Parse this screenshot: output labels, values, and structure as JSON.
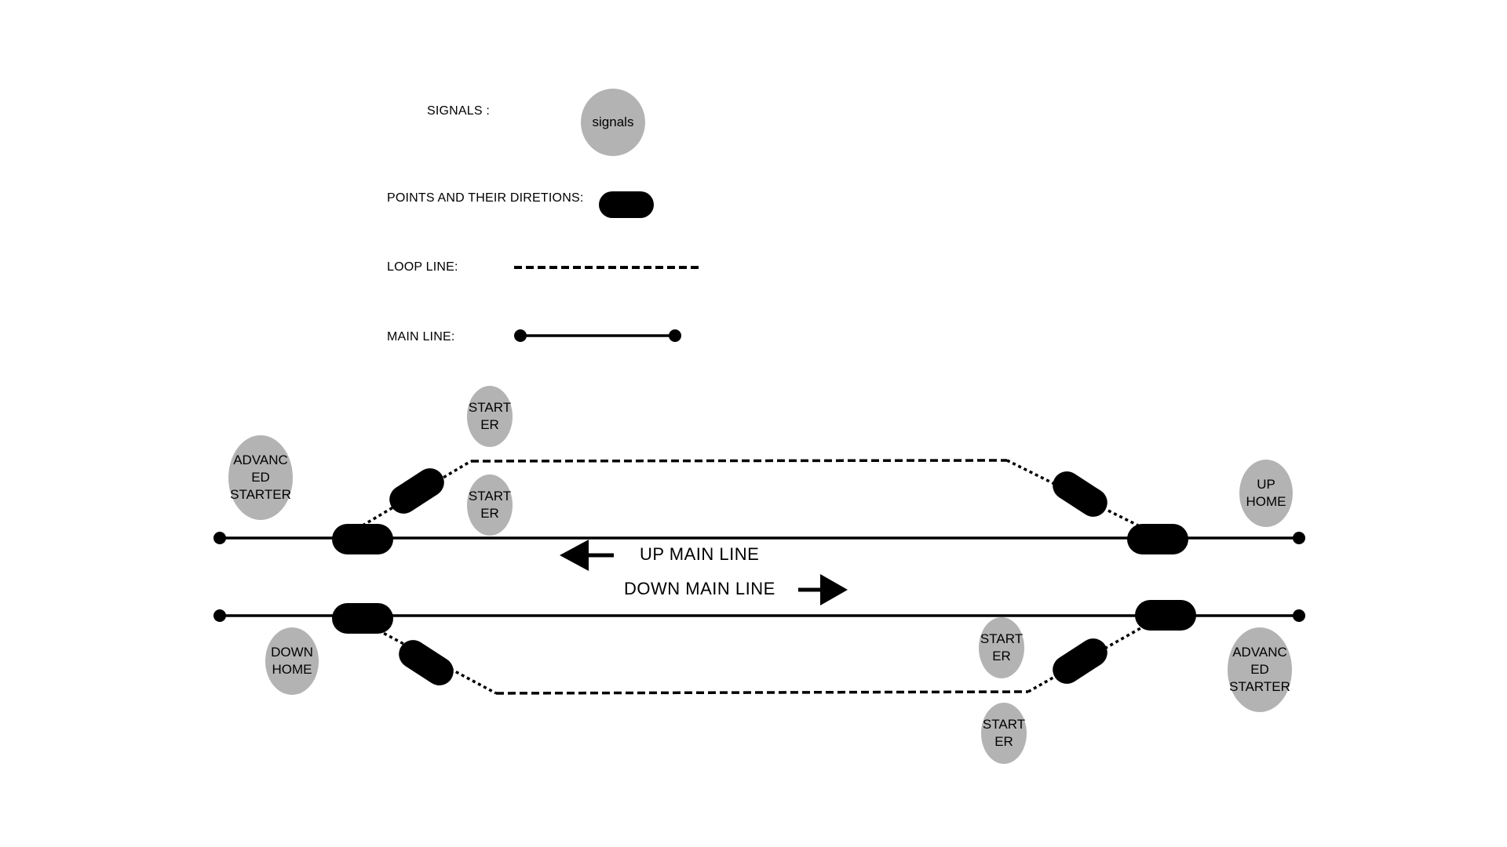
{
  "legend": {
    "signals_label": "SIGNALS :",
    "signals_sample": "signals",
    "points_label": "POINTS AND THEIR DIRETIONS:",
    "loop_label": "LOOP LINE:",
    "main_label": "MAIN LINE:"
  },
  "tracks": {
    "up_main_label": "UP MAIN LINE",
    "down_main_label": "DOWN MAIN LINE"
  },
  "signals": {
    "up_advanced_starter": "ADVANC\nED\nSTARTER",
    "up_loop_starter": "START\nER",
    "up_main_starter": "START\nER",
    "up_home": "UP\nHOME",
    "down_home": "DOWN\nHOME",
    "down_main_starter": "START\nER",
    "down_loop_starter": "START\nER",
    "down_advanced_starter": "ADVANC\nED\nSTARTER"
  },
  "colors": {
    "signal_fill": "#b3b3b3",
    "track": "#000000",
    "background": "#ffffff"
  }
}
